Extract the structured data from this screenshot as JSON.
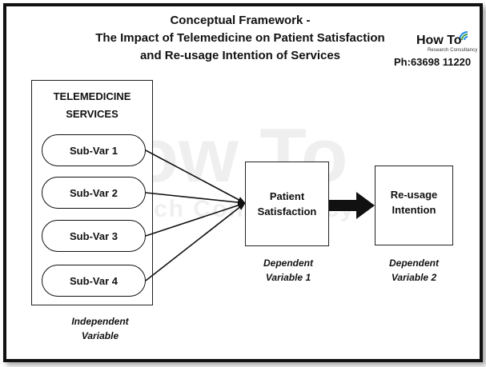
{
  "title": {
    "line1": "Conceptual Framework -",
    "line2": "The Impact of Telemedicine on Patient Satisfaction",
    "line3": "and Re-usage Intention of Services"
  },
  "brand": {
    "logo": "How To",
    "logo_sub": "Research Consultancy",
    "phone": "Ph:63698 11220",
    "watermark_main": "How To",
    "watermark_sub": "Research Consultancy"
  },
  "independent": {
    "header_line1": "TELEMEDICINE",
    "header_line2": "SERVICES",
    "sub_vars": [
      "Sub-Var 1",
      "Sub-Var 2",
      "Sub-Var 3",
      "Sub-Var 4"
    ],
    "caption_line1": "Independent",
    "caption_line2": "Variable"
  },
  "dependent1": {
    "label_line1": "Patient",
    "label_line2": "Satisfaction",
    "caption_line1": "Dependent",
    "caption_line2": "Variable 1"
  },
  "dependent2": {
    "label_line1": "Re-usage",
    "label_line2": "Intention",
    "caption_line1": "Dependent",
    "caption_line2": "Variable 2"
  },
  "colors": {
    "logo_arc_blue": "#1e88e5",
    "logo_arc_green": "#43a047",
    "stroke": "#111111"
  }
}
